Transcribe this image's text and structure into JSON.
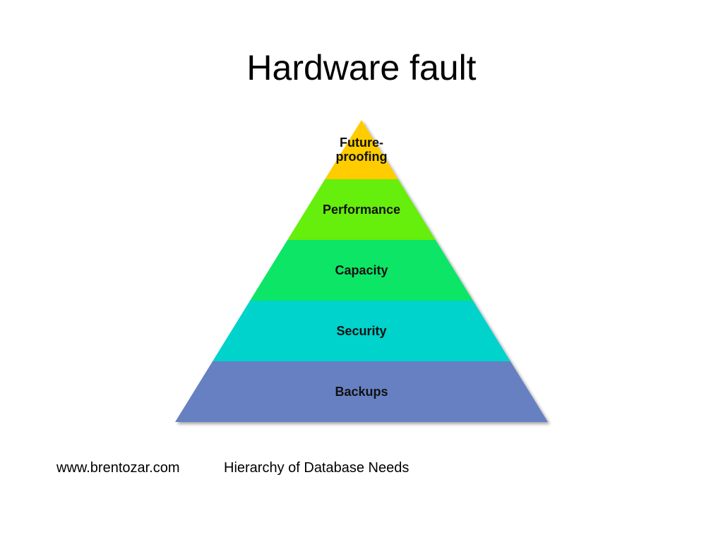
{
  "slide": {
    "title": "Hardware fault"
  },
  "pyramid": {
    "levels": [
      {
        "label_lines": [
          "Future-",
          "proofing"
        ],
        "color": "#FFCC00"
      },
      {
        "label_lines": [
          "Performance"
        ],
        "color": "#66EE11"
      },
      {
        "label_lines": [
          "Capacity"
        ],
        "color": "#11E566"
      },
      {
        "label_lines": [
          "Security"
        ],
        "color": "#00D2CC"
      },
      {
        "label_lines": [
          "Backups"
        ],
        "color": "#6680C2"
      }
    ]
  },
  "footer": {
    "source": "www.brentozar.com",
    "caption": "Hierarchy of Database Needs"
  }
}
